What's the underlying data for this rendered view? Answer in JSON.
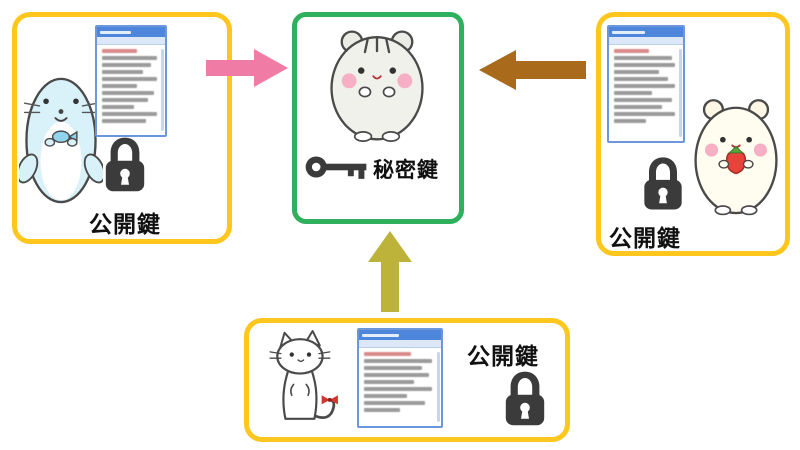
{
  "diagram": {
    "center_box": {
      "label": "秘密鍵",
      "character": "hamster-character",
      "icon": "key-icon"
    },
    "left_box": {
      "label": "公開鍵",
      "character": "seal-character",
      "icon": "padlock-icon",
      "has_browser_window": true
    },
    "right_box": {
      "label": "公開鍵",
      "character": "hamster-with-strawberry-character",
      "icon": "padlock-icon",
      "has_browser_window": true
    },
    "bottom_box": {
      "label": "公開鍵",
      "character": "cat-character",
      "icon": "padlock-icon",
      "has_browser_window": true
    },
    "arrows": [
      {
        "from": "left_box",
        "to": "center_box",
        "direction": "right",
        "color": "#F07CA5"
      },
      {
        "from": "right_box",
        "to": "center_box",
        "direction": "left",
        "color": "#A96A1C"
      },
      {
        "from": "bottom_box",
        "to": "center_box",
        "direction": "up",
        "color": "#BDB23A"
      }
    ]
  },
  "colors": {
    "box_border_public": "#FFC61E",
    "box_border_secret": "#2EB05C",
    "arrow_pink": "#F07CA5",
    "arrow_brown": "#A96A1C",
    "arrow_olive": "#BDB23A",
    "icon_dark": "#3B3B3B",
    "browser_blue": "#4D86DB"
  }
}
